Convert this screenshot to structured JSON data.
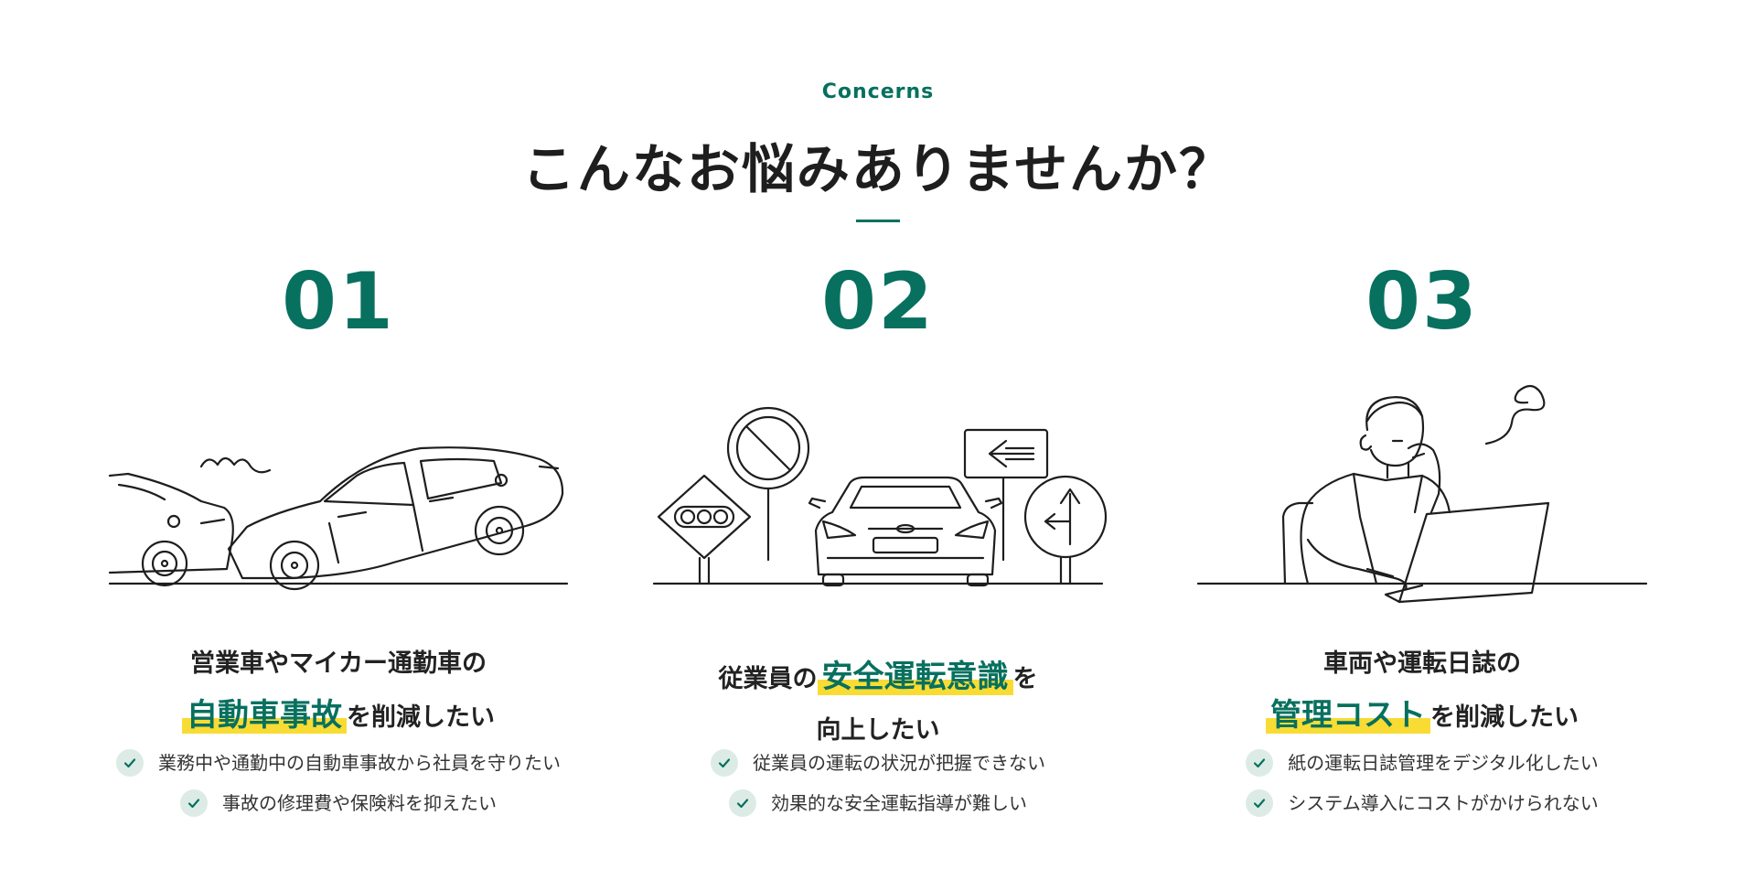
{
  "section": {
    "eyebrow": "Concerns",
    "title": "こんなお悩みありませんか？"
  },
  "cards": [
    {
      "number": "01",
      "illustration": "car-collision-illustration",
      "headline": {
        "line1": "営業車やマイカー通勤車の",
        "highlight": "自動車事故",
        "rest": "を削減したい"
      },
      "checks": [
        "業務中や通勤中の自動車事故から社員を守りたい",
        "事故の修理費や保険料を抑えたい"
      ]
    },
    {
      "number": "02",
      "illustration": "road-signs-car-illustration",
      "headline": {
        "prefix": "従業員の",
        "highlight": "安全運転意識",
        "suffix": "を",
        "line2": "向上したい"
      },
      "checks": [
        "従業員の運転の状況が把握できない",
        "効果的な安全運転指導が難しい"
      ]
    },
    {
      "number": "03",
      "illustration": "worried-man-laptop-illustration",
      "headline": {
        "line1": "車両や運転日誌の",
        "highlight": "管理コスト",
        "rest": "を削減したい"
      },
      "checks": [
        "紙の運転日誌管理をデジタル化したい",
        "システム導入にコストがかけられない"
      ]
    }
  ],
  "colors": {
    "accent": "#07705f",
    "highlight": "#f8dc34",
    "check_bg": "#dcebe6",
    "text": "#1e1e1e"
  },
  "icons": {
    "check": "check-icon"
  }
}
